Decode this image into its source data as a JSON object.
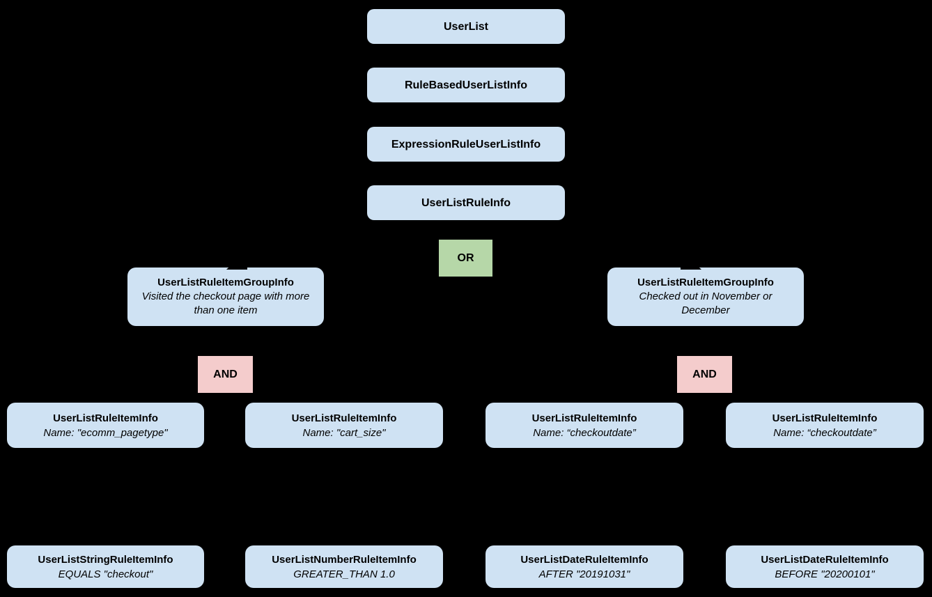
{
  "diagram": {
    "background": "#000000",
    "colors": {
      "node_fill": "#cfe2f3",
      "or_fill": "#b6d7a8",
      "and_fill": "#f4cccc",
      "text": "#000000"
    },
    "chain": [
      {
        "label": "UserList"
      },
      {
        "label": "RuleBasedUserListInfo"
      },
      {
        "label": "ExpressionRuleUserListInfo"
      },
      {
        "label": "UserListRuleInfo"
      }
    ],
    "or_operator": {
      "label": "OR"
    },
    "groups": [
      {
        "title": "UserListRuleItemGroupInfo",
        "description": "Visited the checkout page with more than one item",
        "and_label": "AND"
      },
      {
        "title": "UserListRuleItemGroupInfo",
        "description": "Checked out in November or December",
        "and_label": "AND"
      }
    ],
    "rule_items": [
      {
        "title": "UserListRuleItemInfo",
        "subtitle": "Name: \"ecomm_pagetype\""
      },
      {
        "title": "UserListRuleItemInfo",
        "subtitle": "Name: \"cart_size\""
      },
      {
        "title": "UserListRuleItemInfo",
        "subtitle": "Name: “checkoutdate”"
      },
      {
        "title": "UserListRuleItemInfo",
        "subtitle": "Name: “checkoutdate”"
      }
    ],
    "operand_items": [
      {
        "title": "UserListStringRuleItemInfo",
        "subtitle": "EQUALS \"checkout\""
      },
      {
        "title": "UserListNumberRuleItemInfo",
        "subtitle": "GREATER_THAN 1.0"
      },
      {
        "title": "UserListDateRuleItemInfo",
        "subtitle": "AFTER \"20191031\""
      },
      {
        "title": "UserListDateRuleItemInfo",
        "subtitle": "BEFORE \"20200101\""
      }
    ]
  }
}
